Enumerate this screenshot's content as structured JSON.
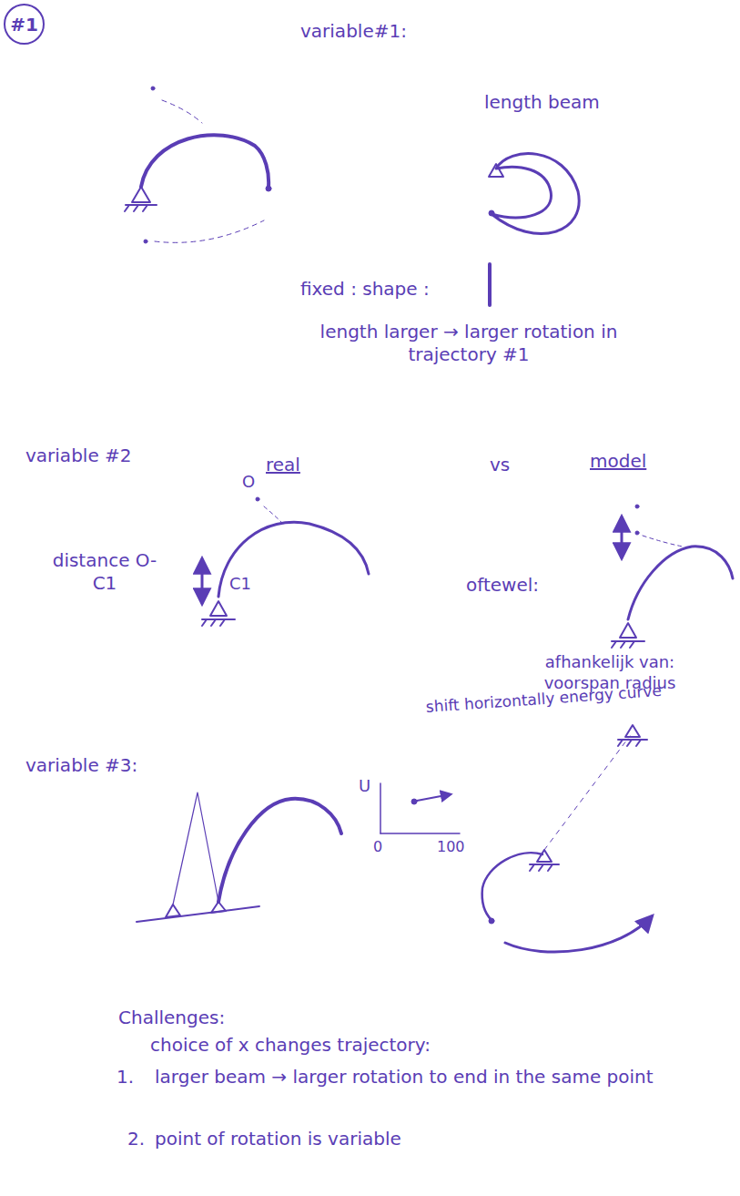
{
  "diagram": {
    "nodes": [
      {
        "text": [
          "#1"
        ]
      }
    ],
    "labels": [
      "variable#1:",
      "length beam",
      "fixed : shape :",
      "length larger → larger rotation in trajectory #1",
      "variable #2",
      "real",
      "vs",
      "model",
      "O",
      "distance O-C1",
      "C1",
      "oftewel:",
      "afhankelijk van: voorspan radius",
      "shift horizontally energy curve",
      "variable #3:",
      "U",
      "0",
      "100",
      "Challenges:",
      "choice of x changes trajectory:",
      "1.",
      "larger beam → larger rotation to end in the same point",
      "2.",
      "point of rotation is variable"
    ]
  }
}
